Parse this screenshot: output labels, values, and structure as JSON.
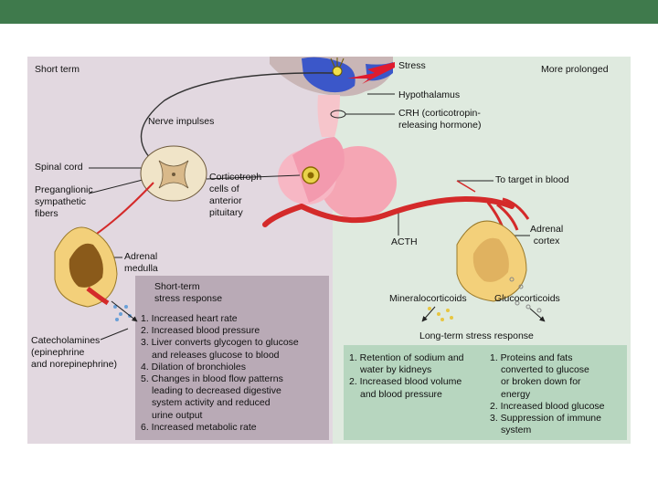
{
  "labels": {
    "short_term": "Short term",
    "stress": "Stress",
    "more_prolonged": "More prolonged",
    "hypothalamus": "Hypothalamus",
    "nerve_impulses": "Nerve impulses",
    "crh_line1": "CRH (corticotropin-",
    "crh_line2": "releasing hormone)",
    "spinal_cord": "Spinal cord",
    "preganglionic_line1": "Preganglionic",
    "preganglionic_line2": "sympathetic",
    "preganglionic_line3": "fibers",
    "corticotroph_line1": "Corticotroph",
    "corticotroph_line2": "cells of",
    "corticotroph_line3": "anterior",
    "corticotroph_line4": "pituitary",
    "to_target": "To target in blood",
    "acth": "ACTH",
    "adrenal_cortex_line1": "Adrenal",
    "adrenal_cortex_line2": "cortex",
    "adrenal_medulla_line1": "Adrenal",
    "adrenal_medulla_line2": "medulla",
    "short_response_line1": "Short-term",
    "short_response_line2": "stress response",
    "catecholamines_line1": "Catecholamines",
    "catecholamines_line2": "(epinephrine",
    "catecholamines_line3": "and norepinephrine)",
    "mineralocorticoids": "Mineralocorticoids",
    "glucocorticoids": "Glucocorticoids",
    "long_response": "Long-term stress response"
  },
  "short_term_list": [
    "1. Increased heart rate",
    "2. Increased blood pressure",
    "3. Liver converts glycogen to glucose",
    "and releases glucose to blood",
    "4. Dilation of bronchioles",
    "5. Changes in blood flow patterns",
    "leading to decreased digestive",
    "system activity and reduced",
    "urine output",
    "6. Increased metabolic rate"
  ],
  "mineralocorticoid_list": [
    "1. Retention of sodium and",
    "water by kidneys",
    "2. Increased blood volume",
    "and blood pressure"
  ],
  "glucocorticoid_list": [
    "1. Proteins and fats",
    "converted to glucose",
    "or broken down for",
    "energy",
    "2. Increased blood glucose",
    "3. Suppression of immune",
    "system"
  ],
  "colors": {
    "header": "#3f7a4c",
    "short_panel": "#e2d8e0",
    "long_panel": "#dfeadf",
    "short_box": "#b9aab6",
    "long_box": "#b7d6bf",
    "blood": "#d42a2a",
    "hypothalamus": "#3b57c9",
    "pituitary": "#f5a6b4"
  }
}
